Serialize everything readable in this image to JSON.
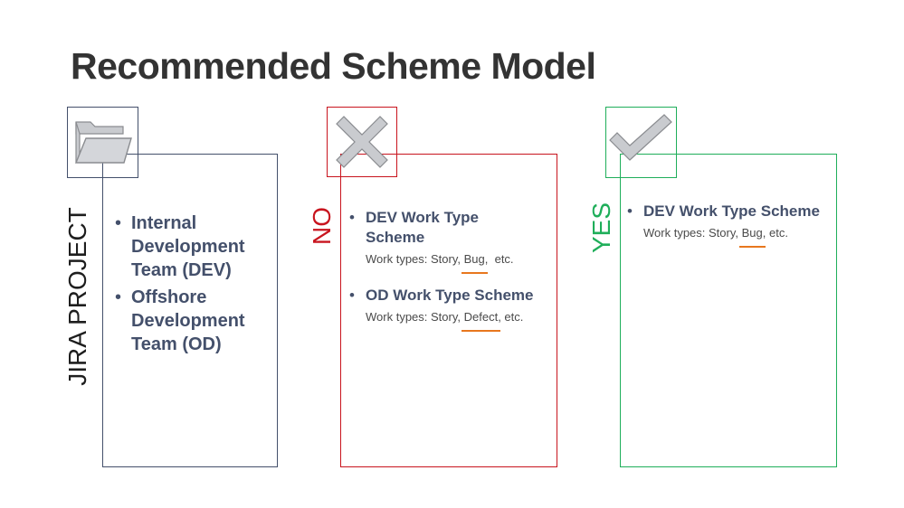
{
  "title": "Recommended Scheme Model",
  "colors": {
    "title": "#333333",
    "navy": "#44506b",
    "no_red": "#c8141e",
    "yes_green": "#1fae5a",
    "underline_orange": "#e8771e",
    "icon_gray": "#c9cbcf"
  },
  "panels": {
    "project": {
      "label": "JIRA PROJECT",
      "icon": "folder-icon",
      "items": [
        {
          "title": "Internal Development Team (DEV)"
        },
        {
          "title": "Offshore Development Team (OD)"
        }
      ]
    },
    "no": {
      "label": "NO",
      "icon": "x-icon",
      "items": [
        {
          "title": "DEV Work Type Scheme",
          "sub_prefix": "Work types: Story, ",
          "sub_highlight": "Bug",
          "sub_suffix": ",  etc."
        },
        {
          "title": "OD Work Type Scheme",
          "sub_prefix": "Work types: Story, ",
          "sub_highlight": "Defect",
          "sub_suffix": ", etc."
        }
      ]
    },
    "yes": {
      "label": "YES",
      "icon": "checkmark-icon",
      "items": [
        {
          "title": "DEV Work Type Scheme",
          "sub_prefix": "Work types: Story, ",
          "sub_highlight": "Bug",
          "sub_suffix": ", etc."
        }
      ]
    }
  }
}
